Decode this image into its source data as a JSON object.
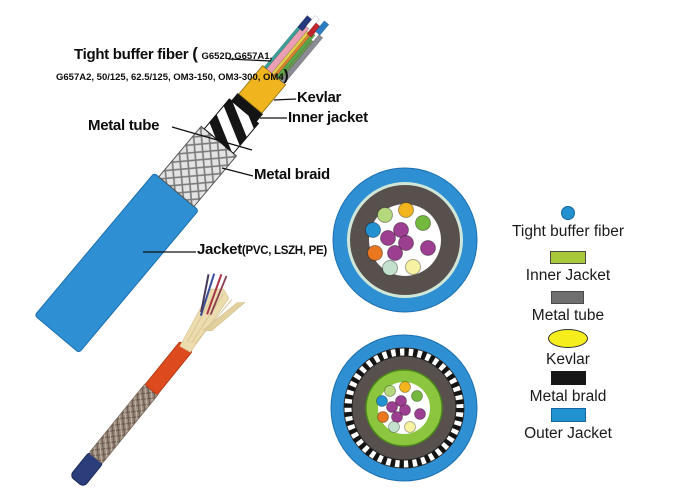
{
  "cutaway": {
    "labels": {
      "fiber_main": "Tight buffer fiber",
      "paren_open": "(",
      "specs_line1": "G652D,G657A1,",
      "specs_line2": "G657A2, 50/125, 62.5/125, OM3-150, OM3-300, OM4",
      "paren_close": ")",
      "kevlar": "Kevlar",
      "inner_jacket": "Inner jacket",
      "metal_tube": "Metal tube",
      "metal_braid": "Metal braid",
      "jacket_main": "Jacket",
      "jacket_specs": "(PVC, LSZH, PE)"
    },
    "colors": {
      "outer_jacket": "#2e8fd2",
      "kevlar_band": "#efb41e",
      "inner_jacket_band": "#141414",
      "tube_dark": "#151515",
      "tube_light": "#ffffff"
    }
  },
  "cross_sections": {
    "top": {
      "outer_jacket": "#2e8fd2",
      "liner_ring": "#cfe6d8",
      "metal_tube": "#57504d",
      "core": "#ffffff"
    },
    "bottom": {
      "outer_jacket": "#2e8fd2",
      "braid_tick": "#141414",
      "metal_tube": "#57504d",
      "inner_jacket": "#8cc63e",
      "core": "#ffffff"
    },
    "fiber_colors": [
      "#b5d87c",
      "#f2b51d",
      "#2191d0",
      "#9c3f90",
      "#74b83e",
      "#9c3f90",
      "#9c3f90",
      "#9c3f90",
      "#e8771f",
      "#9c3f90",
      "#c2e0cc",
      "#f6f2a2"
    ]
  },
  "photo": {
    "colors": {
      "tip": "#2b3e7b",
      "braid": "#9d8d80",
      "sleeve": "#dd4a1e",
      "kevlar": "#ecdcae",
      "kevlar_shade": "#e2d09e"
    }
  },
  "legend": {
    "items": [
      {
        "label": "Tight buffer fiber",
        "color": "#2191d0"
      },
      {
        "label": "Inner Jacket",
        "color": "#a8c93a"
      },
      {
        "label": "Metal tube",
        "color": "#6f6f6f"
      },
      {
        "label": "Kevlar",
        "color": "#f5ee1c"
      },
      {
        "label": "Metal brald",
        "color": "#161616"
      },
      {
        "label": "Outer Jacket",
        "color": "#2191d0"
      }
    ]
  }
}
